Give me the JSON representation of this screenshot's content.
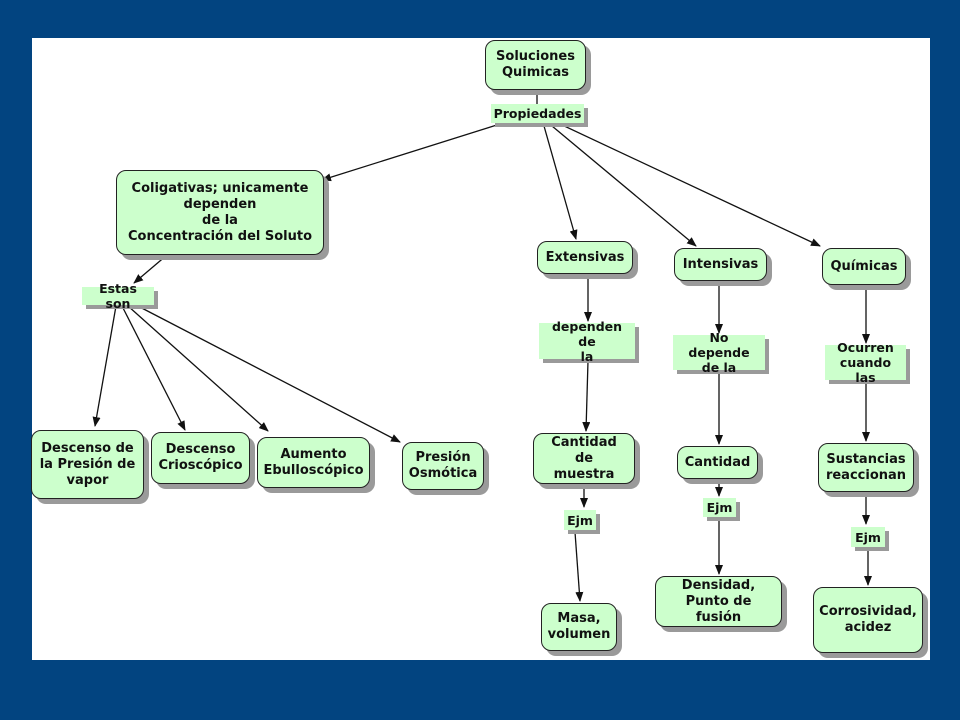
{
  "concepts": {
    "root": "Soluciones\nQuimicas",
    "coligativas": "Coligativas; unicamente\ndependen\nde la\nConcentración del Soluto",
    "extensivas": "Extensivas",
    "intensivas": "Intensivas",
    "quimicas": "Químicas",
    "descenso_presion": "Descenso de\nla Presión de\nvapor",
    "descenso_crioscopico": "Descenso\nCrioscópico",
    "aumento_ebulloscopico": "Aumento\nEbulloscópico",
    "presion_osmotica": "Presión\nOsmótica",
    "cantidad_muestra": "Cantidad de\nmuestra",
    "masa_volumen": "Masa,\nvolumen",
    "cantidad": "Cantidad",
    "densidad": "Densidad,\nPunto de fusión",
    "sustancias": "Sustancias\nreaccionan",
    "corrosividad": "Corrosividad,\nacidez"
  },
  "linking_phrases": {
    "propiedades": "Propiedades",
    "estas_son": "Estas son",
    "dependen_de_la": "dependen de\nla",
    "no_depende": "No depende\nde la",
    "ocurren": "Ocurren\ncuando las",
    "ejm_1": "Ejm",
    "ejm_2": "Ejm",
    "ejm_3": "Ejm"
  }
}
